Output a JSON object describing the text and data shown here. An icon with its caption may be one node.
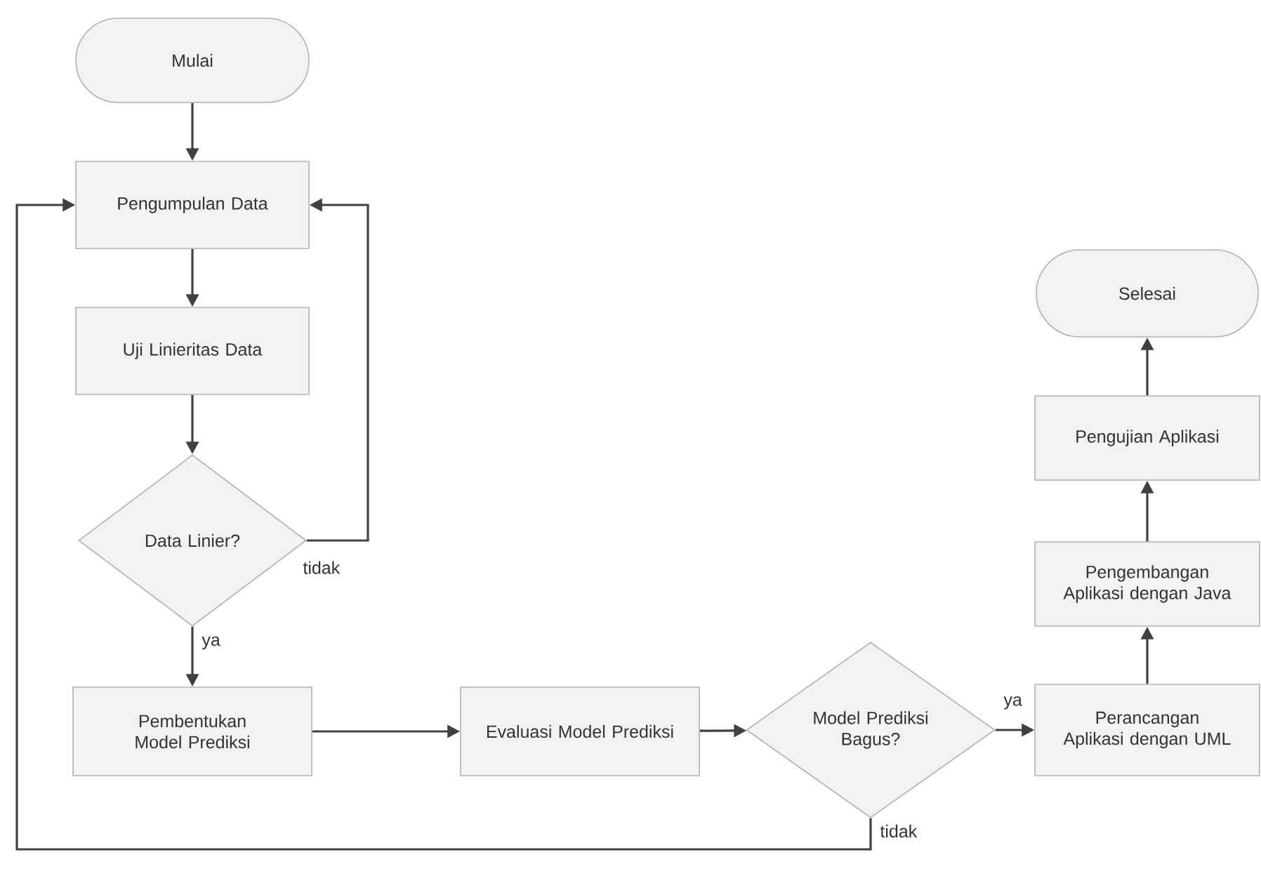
{
  "diagram": {
    "nodes": [
      {
        "text": [
          "Mulai"
        ]
      },
      {
        "text": [
          "Pengumpulan Data"
        ]
      },
      {
        "text": [
          "Uji Linieritas Data"
        ]
      },
      {
        "text": [
          "Data Linier?"
        ]
      },
      {
        "text": [
          "Pembentukan Model Prediksi"
        ]
      },
      {
        "text": [
          "Evaluasi Model Prediksi"
        ]
      },
      {
        "text": [
          "Model Prediksi Bagus?"
        ]
      },
      {
        "text": [
          "Perancangan Aplikasi dengan UML"
        ]
      },
      {
        "text": [
          "Pengembangan Aplikasi dengan Java"
        ]
      },
      {
        "text": [
          "Pengujian Aplikasi"
        ]
      },
      {
        "text": [
          "Selesai"
        ]
      }
    ],
    "edges": [
      {
        "from": 0,
        "to": 1,
        "arrow": "to"
      },
      {
        "from": 1,
        "to": 2,
        "arrow": "to"
      },
      {
        "from": 2,
        "to": 3,
        "arrow": "to"
      },
      {
        "from": 3,
        "to": 1,
        "arrow": "to",
        "label": "tidak"
      },
      {
        "from": 3,
        "to": 4,
        "arrow": "to",
        "label": "ya"
      },
      {
        "from": 4,
        "to": 5,
        "arrow": "to"
      },
      {
        "from": 5,
        "to": 6,
        "arrow": "to"
      },
      {
        "from": 6,
        "to": 7,
        "arrow": "to",
        "label": "ya"
      },
      {
        "from": 7,
        "to": 8,
        "arrow": "to"
      },
      {
        "from": 8,
        "to": 9,
        "arrow": "to"
      },
      {
        "from": 9,
        "to": 10,
        "arrow": "to"
      },
      {
        "from": 6,
        "to": 1,
        "arrow": "to",
        "label": "tidak"
      }
    ]
  }
}
